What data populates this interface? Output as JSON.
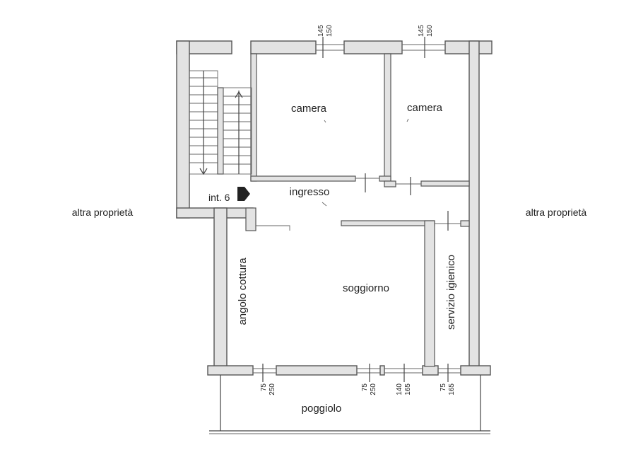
{
  "rooms": {
    "camera_left": "camera",
    "camera_right": "camera",
    "ingresso": "ingresso",
    "soggiorno": "soggiorno",
    "angolo_cottura": "angolo cottura",
    "servizio_igienico": "servizio igienico",
    "poggiolo": "poggiolo"
  },
  "labels": {
    "unit": "int. 6",
    "neighbor_left": "altra proprietà",
    "neighbor_right": "altra proprietà"
  },
  "windows_top": [
    {
      "a": "145",
      "b": "150"
    },
    {
      "a": "145",
      "b": "150"
    }
  ],
  "windows_bottom": [
    {
      "a": "75",
      "b": "250"
    },
    {
      "a": "75",
      "b": "250"
    },
    {
      "a": "140",
      "b": "165"
    },
    {
      "a": "75",
      "b": "165"
    }
  ],
  "colors": {
    "wall_fill": "#e3e3e3",
    "wall_stroke": "#555555",
    "text": "#222222"
  }
}
